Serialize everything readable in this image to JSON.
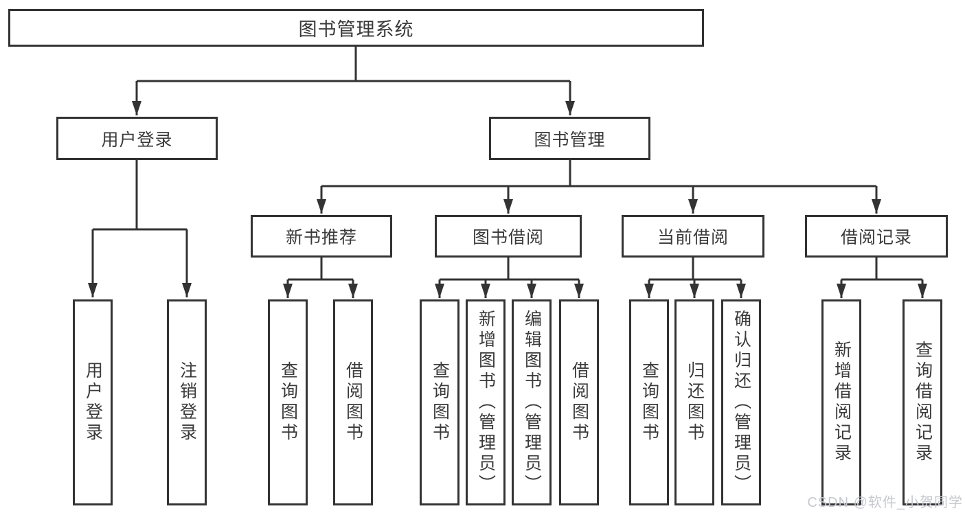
{
  "diagram": {
    "root": "图书管理系统",
    "level1": [
      {
        "label": "用户登录"
      },
      {
        "label": "图书管理"
      }
    ],
    "level2": [
      {
        "label": "新书推荐"
      },
      {
        "label": "图书借阅"
      },
      {
        "label": "当前借阅"
      },
      {
        "label": "借阅记录"
      }
    ],
    "leaves": {
      "user_login": [
        "用户登录",
        "注销登录"
      ],
      "new_book": [
        "查询图书",
        "借阅图书"
      ],
      "book_borrow": [
        "查询图书",
        "新增图书（管理员）",
        "编辑图书（管理员）",
        "借阅图书"
      ],
      "current_borrow": [
        "查询图书",
        "归还图书",
        "确认归还（管理员）"
      ],
      "borrow_records": [
        "新增借阅记录",
        "查询借阅记录"
      ]
    }
  },
  "watermark": "CSDN @软件_小贺同学",
  "colors": {
    "line": "#333333",
    "box_border": "#333333",
    "text": "#3a3a3a",
    "watermark": "#c7c9d0"
  }
}
